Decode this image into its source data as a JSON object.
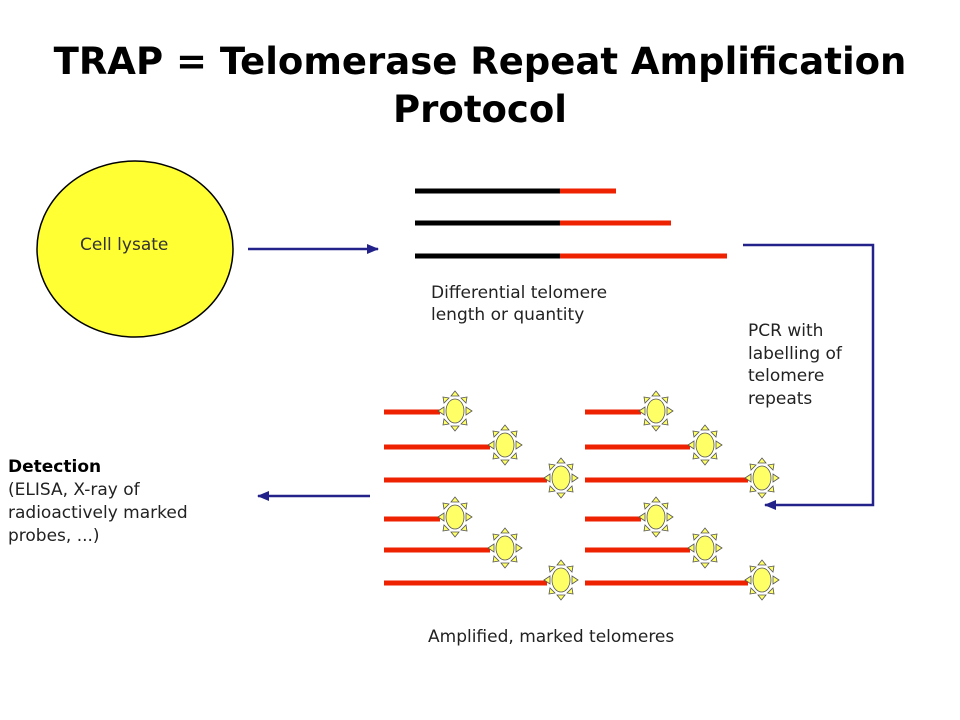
{
  "title": {
    "line1": "TRAP = Telomerase Repeat Amplification",
    "line2": "Protocol"
  },
  "labels": {
    "cell_lysate": "Cell lysate",
    "differential_line1": "Differential telomere",
    "differential_line2": "length or quantity",
    "pcr_line1": "PCR with",
    "pcr_line2": "labelling of",
    "pcr_line3": "telomere",
    "pcr_line4": "repeats",
    "amplified": "Amplified, marked telomeres",
    "detection_heading": "Detection",
    "detection_line1": "(ELISA, X-ray of",
    "detection_line2": "radioactively marked",
    "detection_line3": "probes, ...)"
  },
  "colors": {
    "cell_fill": "#ffff33",
    "telomere_red": "#ee2200",
    "primer_black": "#000000",
    "arrow_blue": "#22228a",
    "marker_fill": "#ffff66"
  }
}
